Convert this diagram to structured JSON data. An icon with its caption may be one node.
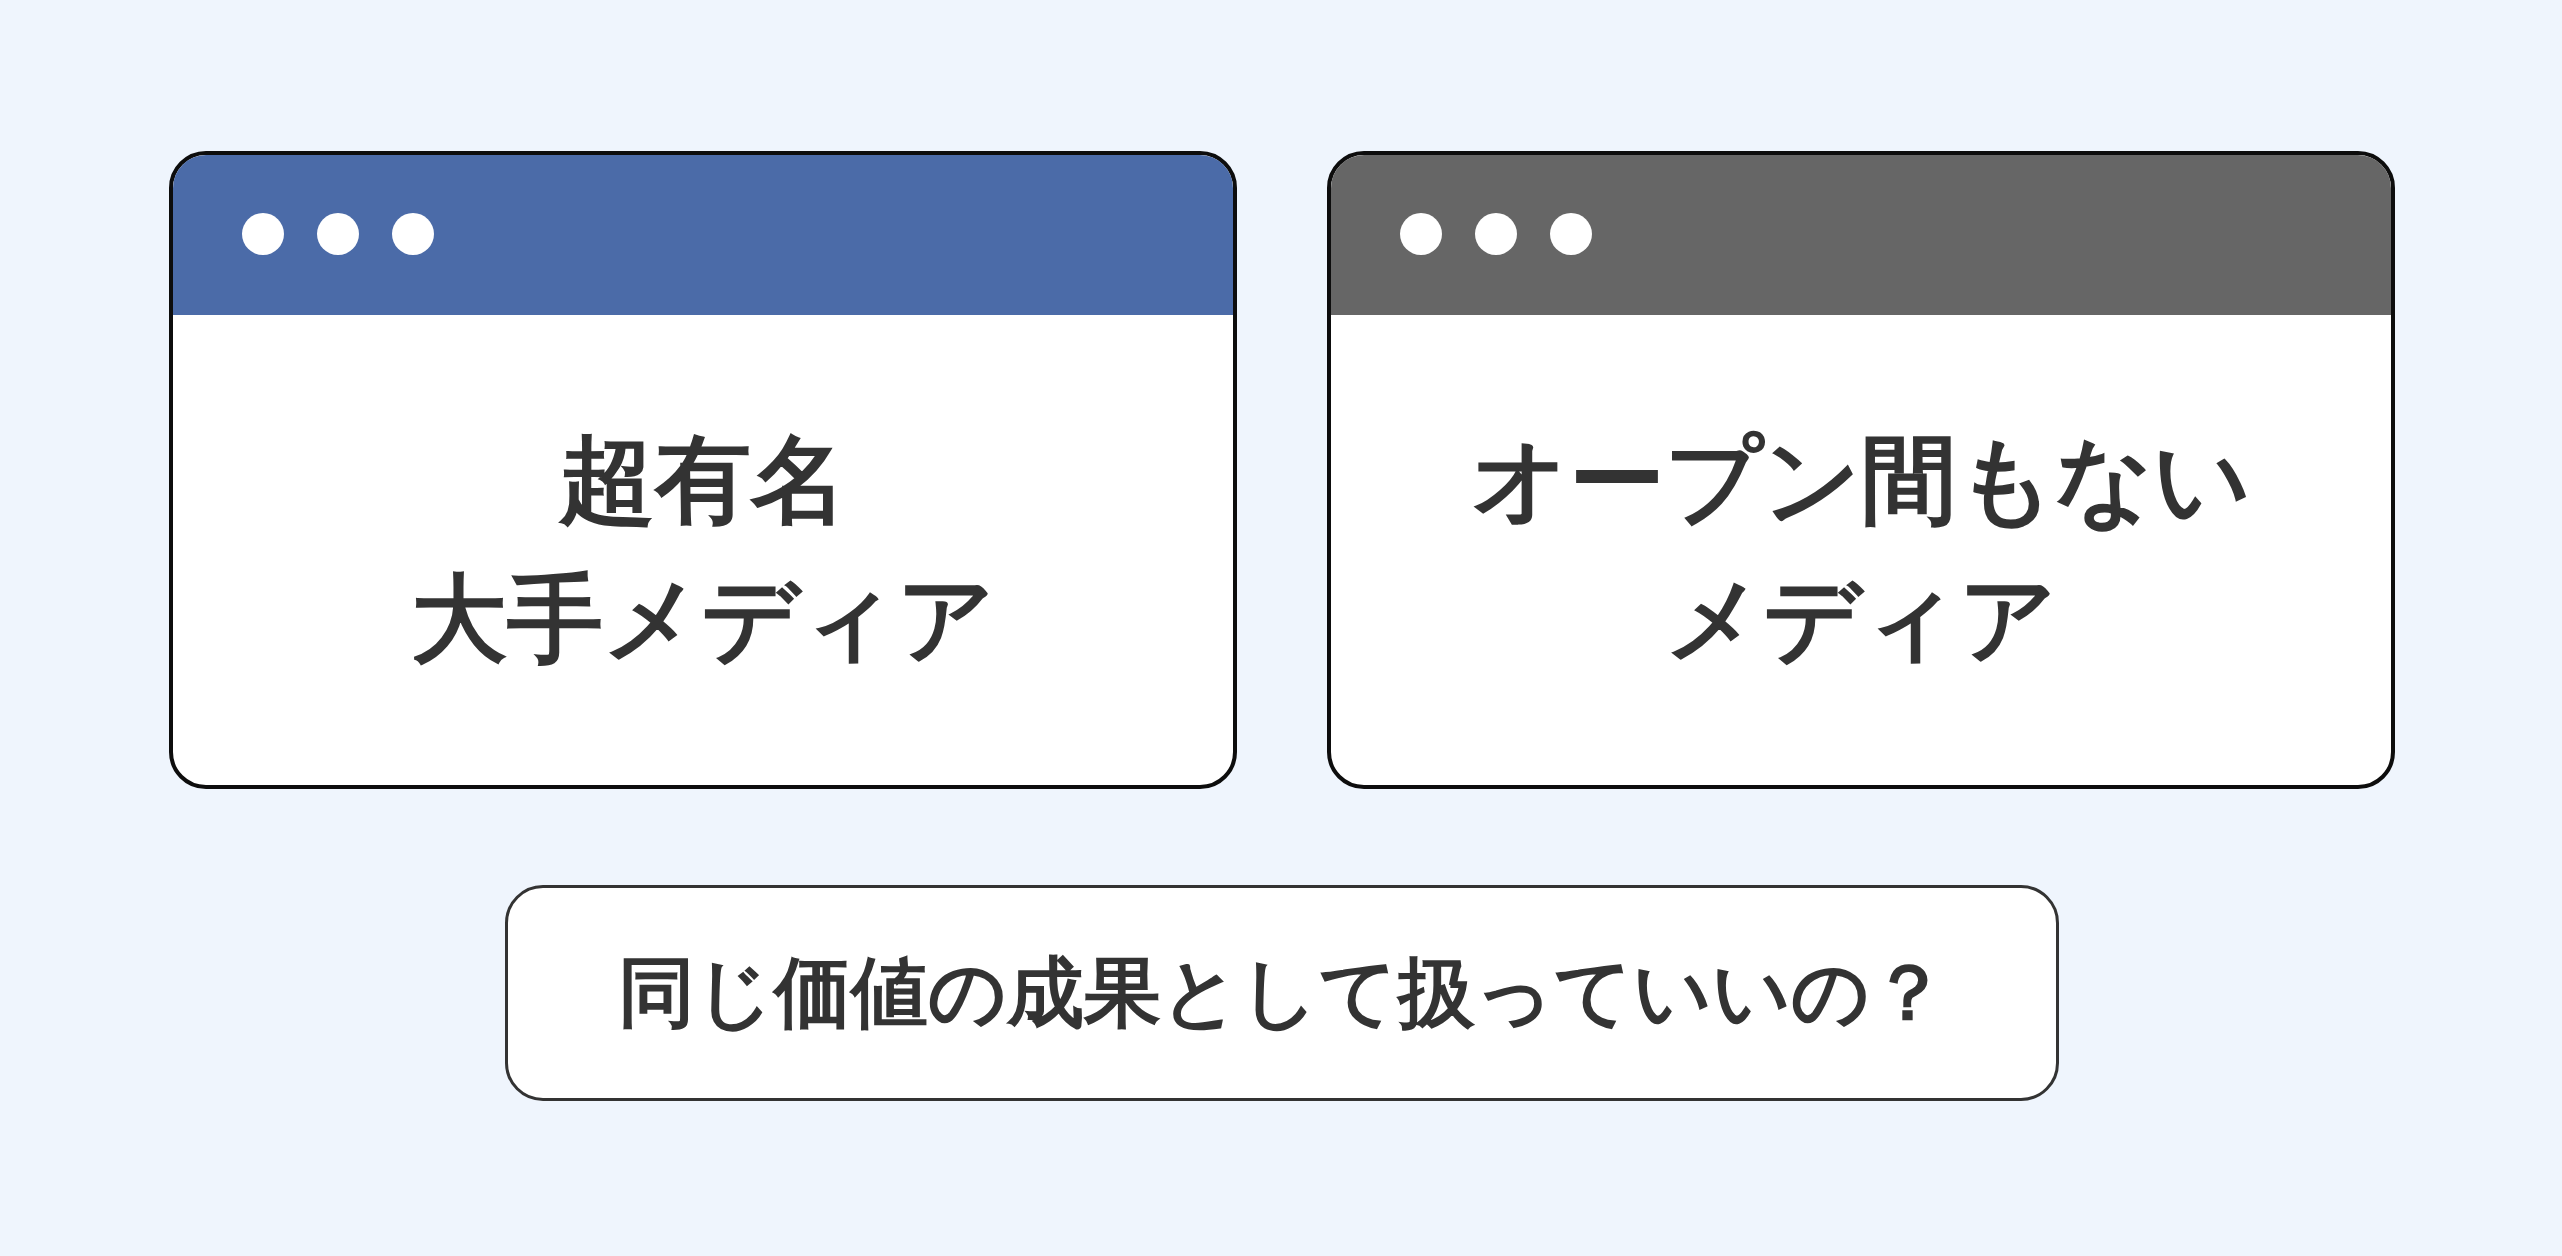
{
  "diagram": {
    "nodes": [
      {
        "text": [
          "超有名大手メディア"
        ]
      },
      {
        "text": [
          "オープン間もないメディア"
        ]
      },
      {
        "text": [
          "同じ価値の成果として扱っていいの？"
        ]
      }
    ]
  }
}
